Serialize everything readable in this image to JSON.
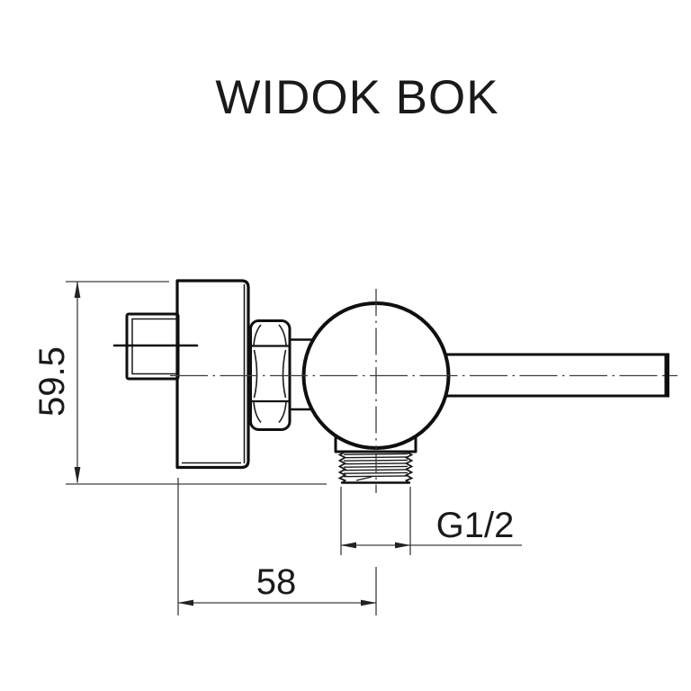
{
  "title": "WIDOK BOK",
  "dimensions": {
    "height": "59.5",
    "width": "58",
    "thread": "G1/2"
  },
  "colors": {
    "background": "#ffffff",
    "object_line": "#0f0f0f",
    "dimension_line": "#3d3d3d",
    "text": "#1a1a1a"
  }
}
